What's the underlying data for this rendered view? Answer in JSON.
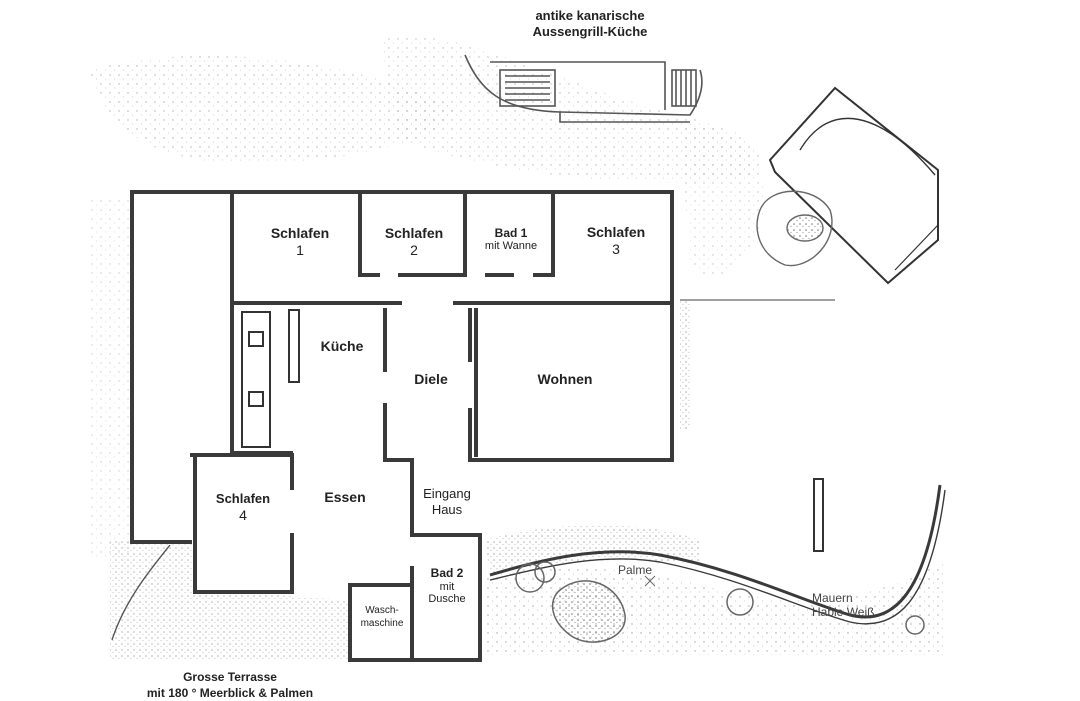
{
  "top_caption": {
    "line1": "antike kanarische",
    "line2": "Aussengrill-Küche"
  },
  "rooms": {
    "schlafen1": {
      "name": "Schlafen",
      "num": "1"
    },
    "schlafen2": {
      "name": "Schlafen",
      "num": "2"
    },
    "bad1": {
      "name": "Bad 1",
      "sub": "mit Wanne"
    },
    "schlafen3": {
      "name": "Schlafen",
      "num": "3"
    },
    "kueche": {
      "name": "Küche"
    },
    "diele": {
      "name": "Diele"
    },
    "wohnen": {
      "name": "Wohnen"
    },
    "schlafen4": {
      "name": "Schlafen",
      "num": "4"
    },
    "essen": {
      "name": "Essen"
    },
    "eingang": {
      "line1": "Eingang",
      "line2": "Haus"
    },
    "bad2": {
      "name": "Bad 2",
      "line2": "mit",
      "line3": "Dusche"
    },
    "wasch": {
      "line1": "Wasch-",
      "line2": "maschine"
    }
  },
  "garden": {
    "palme": "Palme",
    "mauern_line1": "Mauern",
    "mauern_line2": "Hable Weiß"
  },
  "bottom_caption": {
    "line1": "Grosse Terrasse",
    "line2": "mit 180 ° Meerblick & Palmen"
  }
}
